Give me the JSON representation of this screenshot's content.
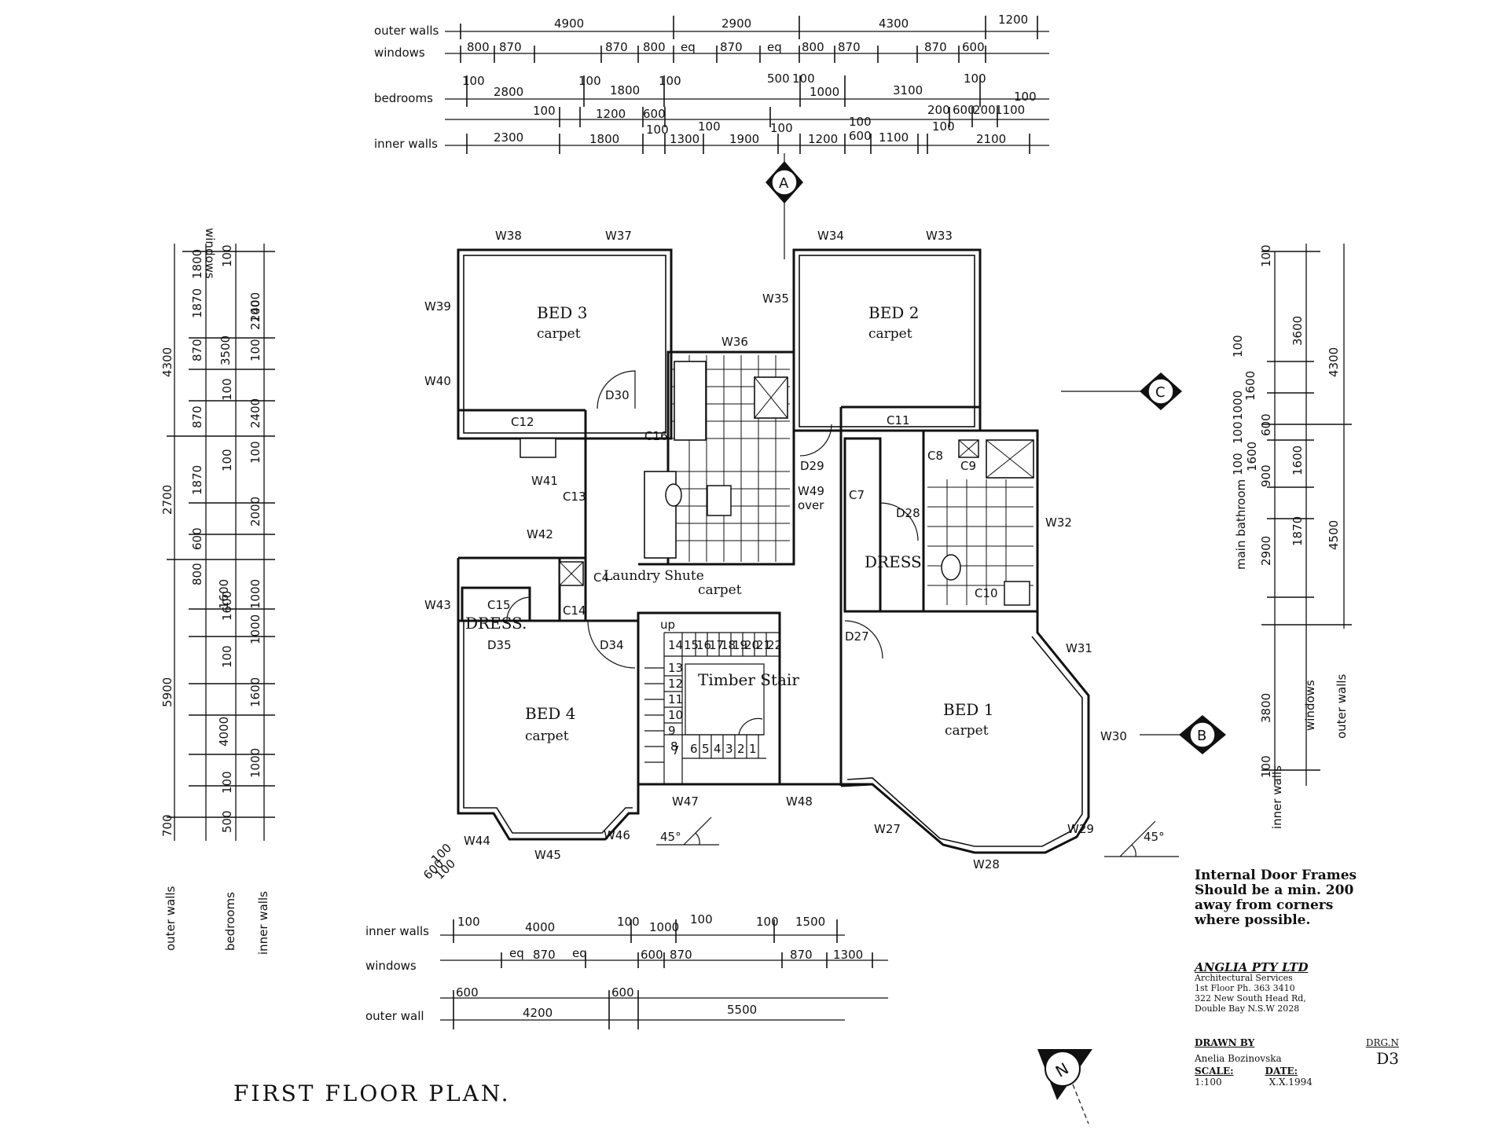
{
  "rooms": {
    "bed3": {
      "name": "BED 3",
      "finish": "carpet"
    },
    "bed2": {
      "name": "BED 2",
      "finish": "carpet"
    },
    "bed4": {
      "name": "BED 4",
      "finish": "carpet"
    },
    "bed1": {
      "name": "BED 1",
      "finish": "carpet"
    },
    "dress_left": "DRESS.",
    "dress_right": "DRESS",
    "hall_carpet": "carpet",
    "laundry_chute": "Laundry Shute",
    "stair": "Timber Stair",
    "stair_up": "up"
  },
  "windows": [
    "W38",
    "W37",
    "W34",
    "W33",
    "W39",
    "W40",
    "W35",
    "W36",
    "W41",
    "W42",
    "W43",
    "W32",
    "W31",
    "W30",
    "W29",
    "W28",
    "W27",
    "W48",
    "W47",
    "W46",
    "W45",
    "W44"
  ],
  "window_over": "over",
  "w49": "W49",
  "doors": [
    "D30",
    "D29",
    "D28",
    "D27",
    "D34",
    "D35"
  ],
  "cupboards": [
    "C12",
    "C11",
    "C16",
    "C13",
    "C14",
    "C15",
    "C7",
    "C8",
    "C9",
    "C10"
  ],
  "stair_steps_top": [
    "14",
    "15",
    "16",
    "17",
    "18",
    "19",
    "20",
    "21",
    "22"
  ],
  "stair_steps_left": [
    "13",
    "12",
    "11",
    "10",
    "9",
    "8"
  ],
  "stair_steps_bottom": [
    "7",
    "6",
    "5",
    "4",
    "3",
    "2",
    "1"
  ],
  "stair_left_label": "C4",
  "angle_labels": [
    "45°",
    "45°"
  ],
  "section_markers": [
    "A",
    "B",
    "C"
  ],
  "north": "N",
  "top_dims": {
    "row_labels": [
      "outer walls",
      "windows",
      "bedrooms",
      "inner walls"
    ],
    "outer": [
      "4900",
      "2900",
      "4300",
      "1200"
    ],
    "windows": [
      "800",
      "870",
      "870",
      "800",
      "eq",
      "870",
      "eq",
      "800",
      "870",
      "870",
      "600"
    ],
    "bedrooms": [
      "100",
      "2800",
      "100",
      "1800",
      "100",
      "100",
      "1200",
      "600",
      "500",
      "100",
      "1000",
      "3100",
      "100",
      "200",
      "600",
      "200",
      "1100",
      "100"
    ],
    "inner": [
      "2300",
      "1800",
      "100",
      "1300",
      "1900",
      "100",
      "1200",
      "600",
      "100",
      "1100",
      "2100",
      "100",
      "100"
    ]
  },
  "left_dims": {
    "col_labels": [
      "outer walls",
      "bedrooms",
      "inner walls",
      "windows"
    ],
    "outer": [
      "4300",
      "2700",
      "5900",
      "700"
    ],
    "windows": [
      "1800",
      "1870",
      "870",
      "870",
      "1870",
      "600",
      "800",
      "1600",
      "4000"
    ],
    "bedrooms": [
      "100",
      "2100",
      "100",
      "2000",
      "100",
      "1600",
      "100",
      "1000",
      "100",
      "500"
    ],
    "inner": [
      "2400",
      "3500",
      "100",
      "2400",
      "1600",
      "1000",
      "1000",
      "100"
    ]
  },
  "right_dims": {
    "col_labels": [
      "main bathroom",
      "inner walls",
      "windows",
      "outer walls"
    ],
    "outer": [
      "4300",
      "4500"
    ],
    "windows": [
      "3600",
      "1600",
      "1870",
      "1600"
    ],
    "bedrooms": [
      "100",
      "100",
      "1000",
      "100",
      "1600",
      "100",
      "600",
      "900",
      "2900",
      "3800",
      "100"
    ]
  },
  "bottom_dims": {
    "row_labels": [
      "inner walls",
      "windows",
      "outer wall"
    ],
    "inner": [
      "100",
      "4000",
      "100",
      "1000",
      "100",
      "100",
      "1500"
    ],
    "windows": [
      "eq",
      "870",
      "eq",
      "600",
      "870",
      "870",
      "1300"
    ],
    "outer": [
      "600",
      "4200",
      "600",
      "5500"
    ],
    "bay": [
      "600",
      "100",
      "100"
    ]
  },
  "note": "Internal Door Frames Should be a min. 200 away from corners where possible.",
  "company": {
    "name": "ANGLIA PTY LTD",
    "line1": "Architectural     Services",
    "line2": "1st Floor  Ph. 363 3410",
    "line3": "322 New South Head Rd,",
    "line4": "Double Bay  N.S.W 2028"
  },
  "title_block": {
    "drawn_by_label": "DRAWN BY",
    "drawn_by": "Anelia Bozinovska",
    "drg_label": "DRG.N",
    "drg_no": "D3",
    "scale_label": "SCALE:",
    "scale": "1:100",
    "date_label": "DATE:",
    "date": "X.X.1994"
  },
  "plan_title": "FIRST FLOOR PLAN."
}
